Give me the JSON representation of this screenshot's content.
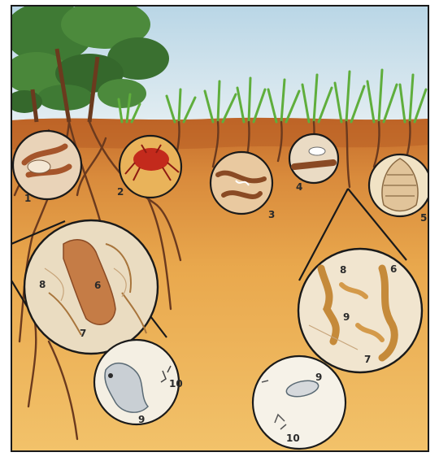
{
  "colors": {
    "sky": "#cfe3ee",
    "topsoil": "#c9732f",
    "subsoil": "#e8a64a",
    "deep_soil": "#f0bd62",
    "grass": "#5fae3c",
    "tree_foliage": "#3f7a34",
    "root": "#6b3a1e",
    "frame": "#1a1a1a",
    "circle_fill": "#f7f2e6"
  },
  "labels": {
    "c1": "1",
    "c2": "2",
    "c3": "3",
    "c4": "4",
    "c5": "5",
    "l6": "6",
    "l7": "7",
    "l8": "8",
    "l9": "9",
    "l10": "10",
    "r6": "6",
    "r7": "7",
    "r8": "8",
    "r9": "9",
    "r10": "10"
  }
}
